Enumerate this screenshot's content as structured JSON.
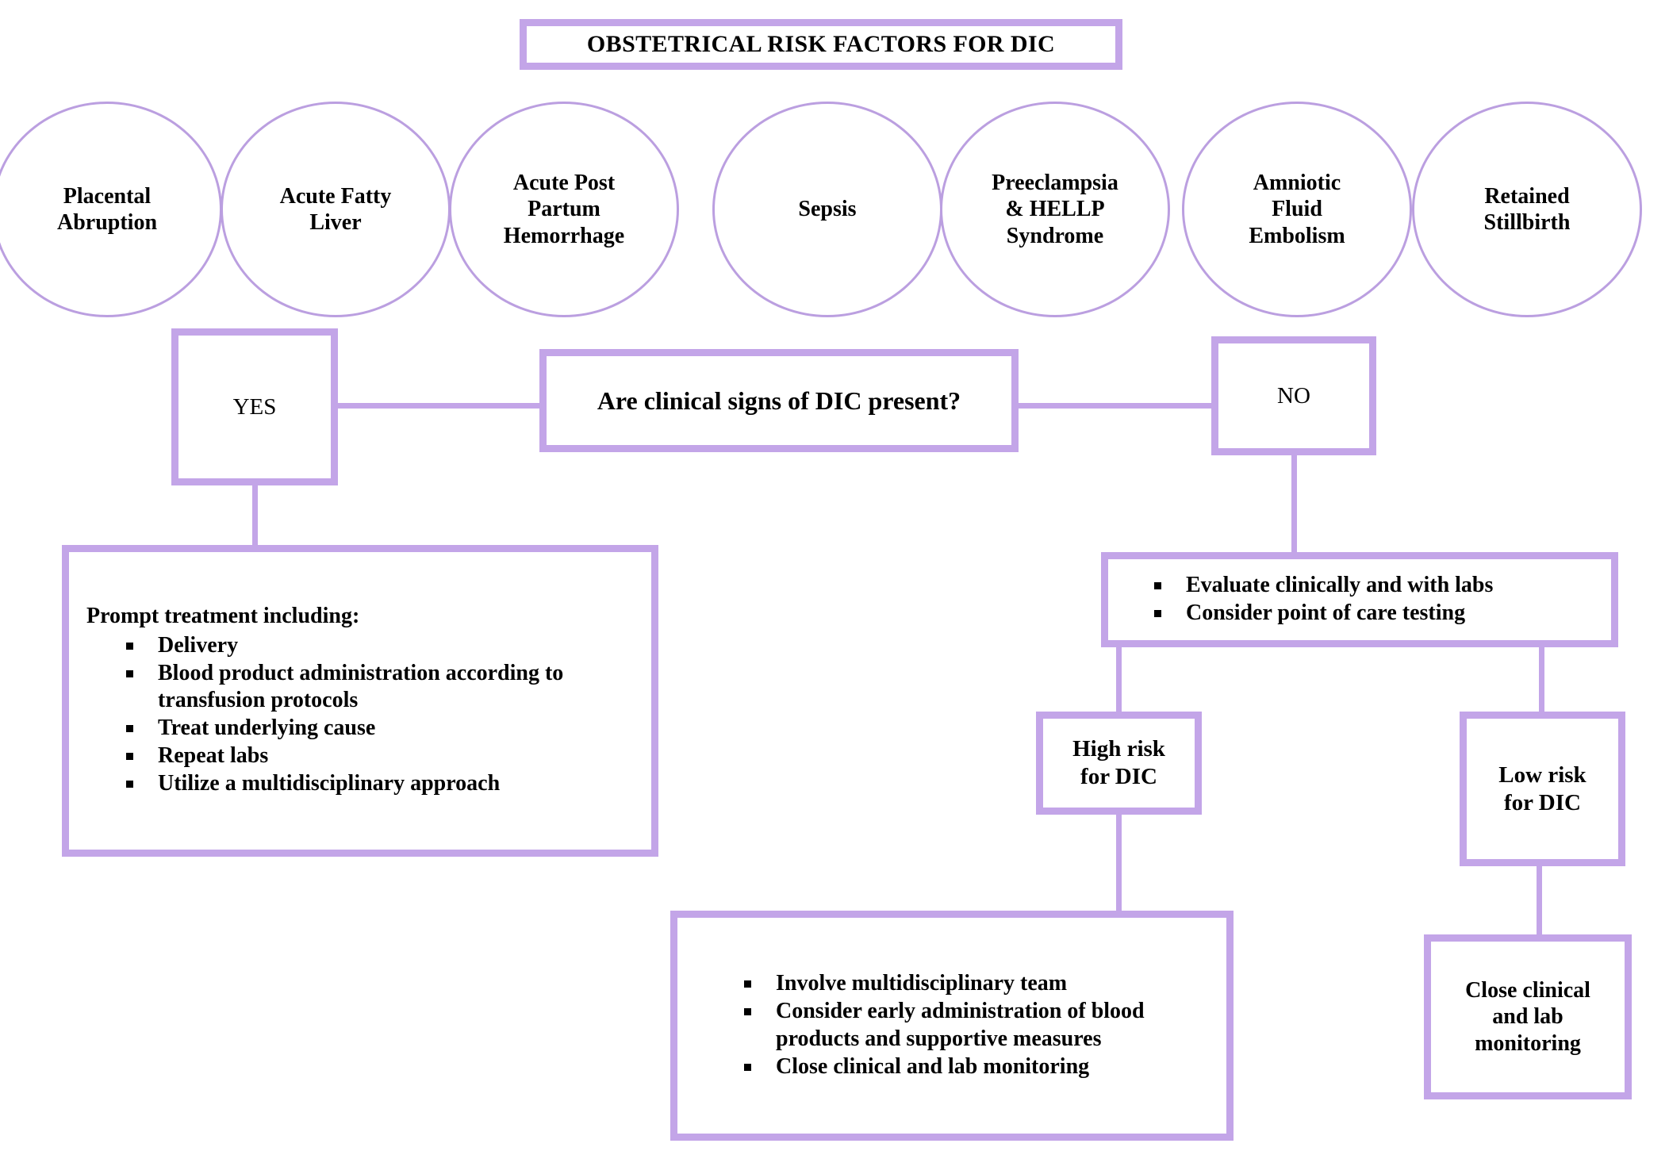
{
  "title": {
    "text": "OBSTETRICAL RISK FACTORS FOR DIC"
  },
  "colors": {
    "border": "#c3a5e8",
    "circle_stroke": "#bb9fe0",
    "background": "#ffffff",
    "text": "#000000"
  },
  "risk_factors": [
    {
      "label": "Placental\nAbruption"
    },
    {
      "label": "Acute Fatty\nLiver"
    },
    {
      "label": "Acute Post\nPartum\nHemorrhage"
    },
    {
      "label": "Sepsis"
    },
    {
      "label": "Preeclampsia\n& HELLP\nSyndrome"
    },
    {
      "label": "Amniotic\nFluid\nEmbolism"
    },
    {
      "label": "Retained\nStillbirth"
    }
  ],
  "decision": {
    "question": "Are clinical signs of DIC present?",
    "yes_label": "YES",
    "no_label": "NO"
  },
  "yes_branch": {
    "lead": "Prompt treatment including:",
    "items": [
      "Delivery",
      "Blood product administration according to transfusion protocols",
      "Treat underlying cause",
      "Repeat labs",
      "Utilize a multidisciplinary approach"
    ]
  },
  "no_branch": {
    "evaluate_items": [
      "Evaluate clinically and with labs",
      "Consider point of care testing"
    ],
    "high_risk_label": "High risk\nfor DIC",
    "low_risk_label": "Low risk\nfor DIC",
    "high_risk_items": [
      "Involve multidisciplinary team",
      "Consider early administration of blood products and supportive measures",
      "Close clinical and lab monitoring"
    ],
    "low_risk_outcome": "Close clinical\nand lab\nmonitoring"
  }
}
